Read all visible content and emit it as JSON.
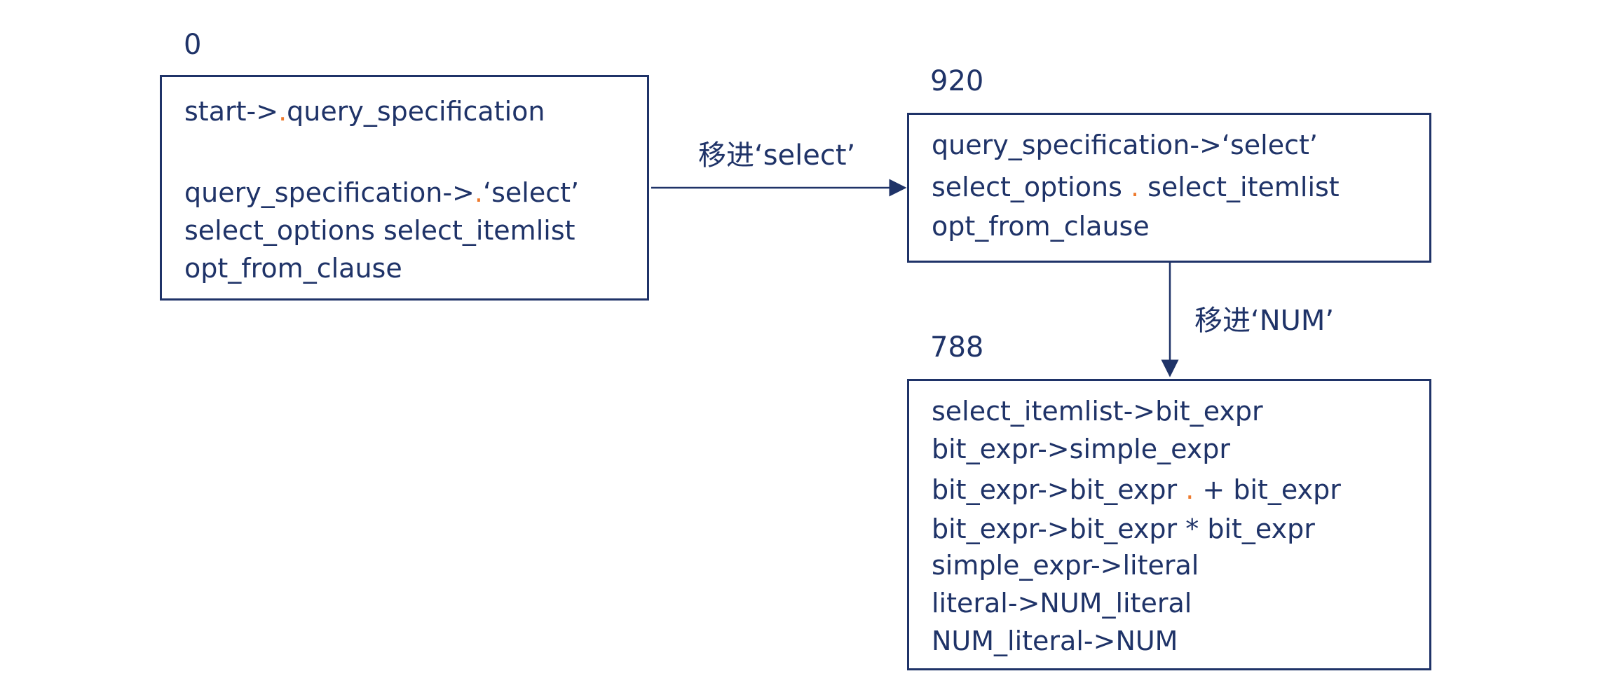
{
  "colors": {
    "ink": "#1f3368",
    "dot": "#ee7a2d"
  },
  "states": {
    "s0": {
      "id": "0",
      "items": [
        {
          "pre": "start->",
          "dot": ".",
          "post": "query_specification"
        },
        {
          "pre": "query_specification->",
          "dot": ".",
          "post": "‘select’"
        },
        {
          "pre": "select_options select_itemlist",
          "dot": "",
          "post": ""
        },
        {
          "pre": "opt_from_clause",
          "dot": "",
          "post": ""
        }
      ]
    },
    "s920": {
      "id": "920",
      "items": [
        {
          "pre": "query_specification->‘select’",
          "dot": "",
          "post": ""
        },
        {
          "pre": "select_options ",
          "dot": ".",
          "post": " select_itemlist"
        },
        {
          "pre": "opt_from_clause",
          "dot": "",
          "post": ""
        }
      ]
    },
    "s788": {
      "id": "788",
      "items": [
        {
          "pre": "select_itemlist->bit_expr",
          "dot": "",
          "post": ""
        },
        {
          "pre": "bit_expr->simple_expr",
          "dot": "",
          "post": ""
        },
        {
          "pre": "bit_expr->bit_expr ",
          "dot": ".",
          "post": " + bit_expr"
        },
        {
          "pre": "bit_expr->bit_expr * bit_expr",
          "dot": "",
          "post": ""
        },
        {
          "pre": "simple_expr->literal",
          "dot": "",
          "post": ""
        },
        {
          "pre": "literal->NUM_literal",
          "dot": "",
          "post": ""
        },
        {
          "pre": "NUM_literal->NUM",
          "dot": "",
          "post": ""
        }
      ]
    }
  },
  "edges": {
    "shift_select": {
      "label": "移进‘select’"
    },
    "shift_num": {
      "label": "移进‘NUM’"
    }
  }
}
